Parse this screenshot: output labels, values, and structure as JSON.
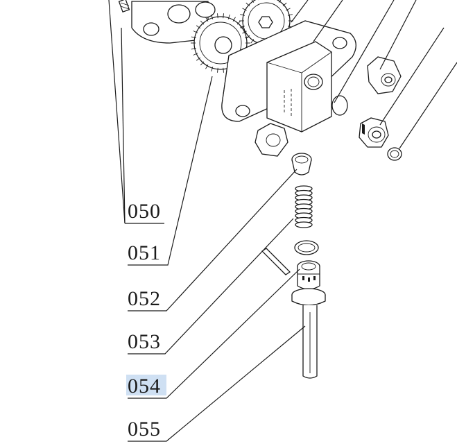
{
  "diagram": {
    "callouts": [
      {
        "id": "050",
        "label": "050",
        "highlighted": false
      },
      {
        "id": "051",
        "label": "051",
        "highlighted": false
      },
      {
        "id": "052",
        "label": "052",
        "highlighted": false
      },
      {
        "id": "053",
        "label": "053",
        "highlighted": false
      },
      {
        "id": "054",
        "label": "054",
        "highlighted": true
      },
      {
        "id": "055",
        "label": "055",
        "highlighted": false
      }
    ],
    "highlight_color": "#cfe0f3",
    "line_color": "#1a1a1a"
  }
}
